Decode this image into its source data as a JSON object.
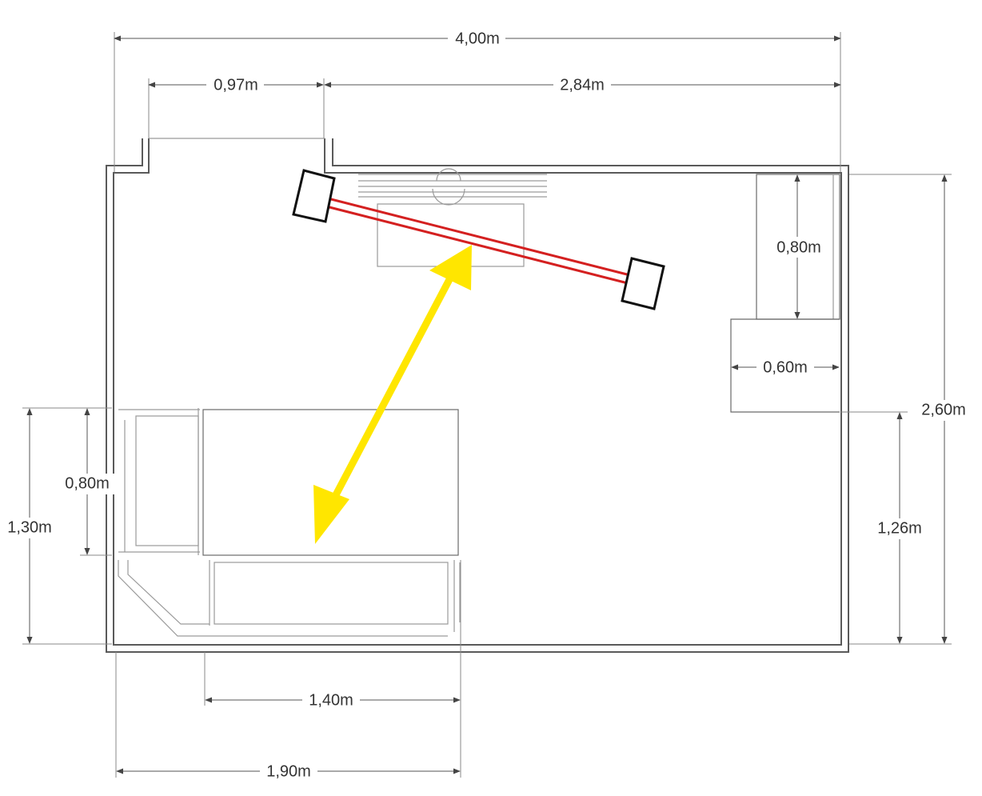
{
  "dimensions": {
    "room_width": "4,00m",
    "door_width": "0,97m",
    "wall_right_of_door": "2,84m",
    "room_depth": "2,60m",
    "cabinet_depth": "0,80m",
    "desk_width": "0,60m",
    "right_lower_length": "1,26m",
    "sofa_depth": "0,80m",
    "sofa_side_length": "1,30m",
    "sofa_width": "1,40m",
    "sofa_total_width": "1,90m"
  },
  "colors": {
    "wall": "#5a5a5a",
    "red_line": "#d42020",
    "yellow_arrow": "#ffe600",
    "speaker_outline": "#111111"
  }
}
